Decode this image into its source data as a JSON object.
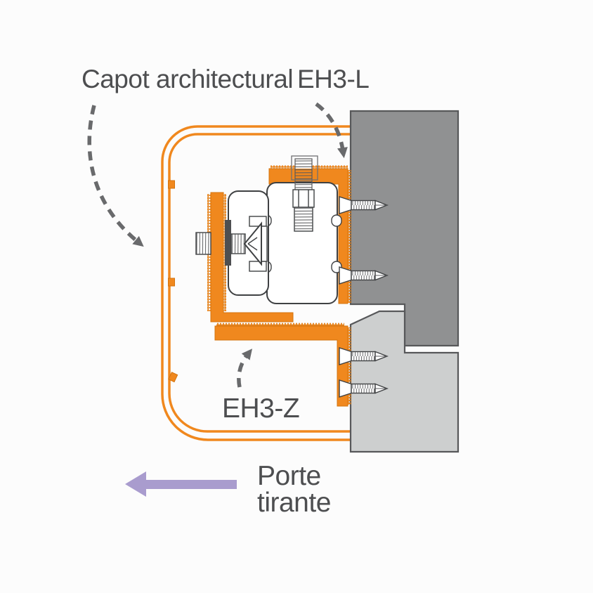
{
  "labels": {
    "capot_architectural": "Capot architectural",
    "eh3_l": "EH3-L",
    "eh3_z": "EH3-Z",
    "porte_line1": "Porte",
    "porte_line2": "tirante"
  },
  "colors": {
    "background": "#fcfcfc",
    "profile-orange": "#f0881e",
    "profile-orange-stroke": "#d4740e",
    "frame-gray": "#909192",
    "door-gray": "#cdcfcf",
    "block-stroke": "#57585a",
    "hardware-stroke": "#3f4143",
    "washer-dark": "#4e4f51",
    "text": "#4d4e50",
    "dashed-arrow": "#696a6c",
    "porte-arrow": "#a99cce"
  },
  "components": [
    {
      "name": "capot-architectural-profile",
      "label": "Capot architectural"
    },
    {
      "name": "eh3-l-bracket",
      "label": "EH3-L"
    },
    {
      "name": "eh3-z-bracket",
      "label": "EH3-Z"
    },
    {
      "name": "frame-profile-section",
      "label": ""
    },
    {
      "name": "sliding-door-section",
      "label": "Porte tirante"
    },
    {
      "name": "fixing-screws",
      "count": 4
    },
    {
      "name": "vertical-adjustment-bolt",
      "count": 1
    },
    {
      "name": "horizontal-adjustment-rod",
      "count": 1
    }
  ]
}
